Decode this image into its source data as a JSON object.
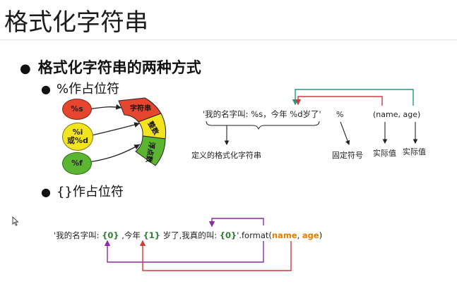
{
  "slide": {
    "title": "格式化字符串",
    "bullet_main": "格式化字符串的两种方式",
    "bullet_percent": "%作占位符",
    "bullet_braces": "{}作占位符"
  },
  "diagram": {
    "blob_s": "%s",
    "blob_i": "%i",
    "blob_or": "或%d",
    "blob_f": "%f",
    "arc_str": "字符串",
    "arc_int": "整数",
    "arc_float": "浮点数",
    "format_string": "'我的名字叫: %s，今年 %d岁了'",
    "percent": "%",
    "args": "(name,   age)",
    "label_def": "定义的格式化字符串",
    "label_fixed": "固定符号",
    "label_actual1": "实际值",
    "label_actual2": "实际值"
  },
  "format_example": {
    "part1": "'我的名字叫: ",
    "ph0": "{0}",
    "part2": " ,今年 ",
    "ph1": "{1}",
    "part3": " 岁了,我真的叫:  ",
    "ph0b": "{0}",
    "part4": "'.format(",
    "arg1": "name",
    "sep": ",   ",
    "arg2": "age",
    "close": ")"
  },
  "colors": {
    "red": "#e8452f",
    "yellow": "#f2e51d",
    "green": "#5cb531",
    "teal_arrow": "#1a9a7a",
    "red_arrow": "#d13a3a",
    "purple_arrow": "#8a2aa8",
    "code_green": "#2e7d32",
    "code_orange": "#e67e00"
  }
}
